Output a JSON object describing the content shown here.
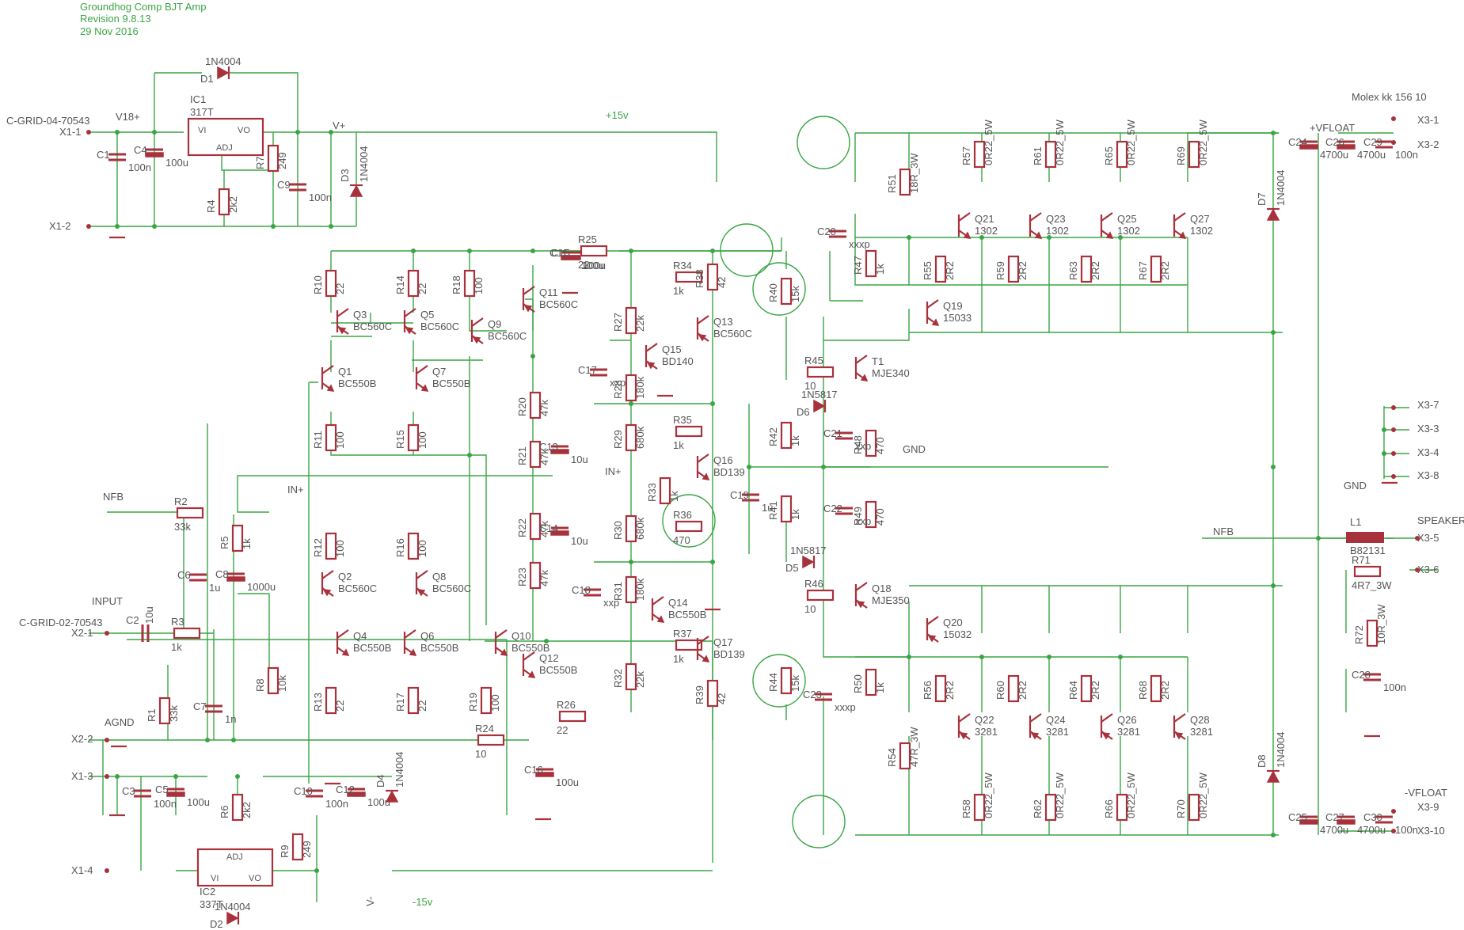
{
  "header": {
    "title": "Groundhog Comp BJT Amp",
    "revision": "Revision 9.8.13",
    "date": "29 Nov 2016"
  },
  "corner_note": "Molex kk 156 10",
  "rail_labels": {
    "pos15": "+15v",
    "neg15": "-15v",
    "v18": "V18+",
    "vplus": "V+",
    "vminus": "V-",
    "vfloat_pos": "+VFLOAT",
    "vfloat_neg": "-VFLOAT",
    "gnd": "GND",
    "agnd": "AGND",
    "nfb": "NFB",
    "input": "INPUT",
    "inp": "IN+",
    "speaker": "SPEAKER"
  },
  "connectors": {
    "grid04": "C-GRID-04-70543",
    "grid02": "C-GRID-02-70543",
    "x1_1": "X1-1",
    "x1_2": "X1-2",
    "x1_3": "X1-3",
    "x1_4": "X1-4",
    "x2_1": "X2-1",
    "x2_2": "X2-2",
    "x3_1": "X3-1",
    "x3_2": "X3-2",
    "x3_3": "X3-3",
    "x3_4": "X3-4",
    "x3_5": "X3-5",
    "x3_6": "X3-6",
    "x3_7": "X3-7",
    "x3_8": "X3-8",
    "x3_9": "X3-9",
    "x3_10": "X3-10"
  },
  "regulators": {
    "ic1_name": "IC1",
    "ic1_value": "317T",
    "ic2_name": "IC2",
    "ic2_value": "337T",
    "pin_vi": "VI",
    "pin_vo": "VO",
    "pin_adj": "ADJ"
  },
  "components": [
    [
      "R1",
      "33k"
    ],
    [
      "R2",
      "33k"
    ],
    [
      "R3",
      "1k"
    ],
    [
      "R4",
      "2k2"
    ],
    [
      "R5",
      "1k"
    ],
    [
      "R6",
      "2k2"
    ],
    [
      "R7",
      "249"
    ],
    [
      "R8",
      "10k"
    ],
    [
      "R9",
      "249"
    ],
    [
      "R10",
      "22"
    ],
    [
      "R11",
      "100"
    ],
    [
      "R12",
      "100"
    ],
    [
      "R13",
      "22"
    ],
    [
      "R14",
      "22"
    ],
    [
      "R15",
      "100"
    ],
    [
      "R16",
      "100"
    ],
    [
      "R17",
      "22"
    ],
    [
      "R18",
      "100"
    ],
    [
      "R19",
      "100"
    ],
    [
      "R20",
      "47k"
    ],
    [
      "R21",
      "47k"
    ],
    [
      "R22",
      "47k"
    ],
    [
      "R23",
      "47k"
    ],
    [
      "R24",
      "10"
    ],
    [
      "R25",
      "22"
    ],
    [
      "R26",
      "22"
    ],
    [
      "R27",
      "22k"
    ],
    [
      "R28",
      "180k"
    ],
    [
      "R29",
      "680k"
    ],
    [
      "R30",
      "680k"
    ],
    [
      "R31",
      "180k"
    ],
    [
      "R32",
      "22k"
    ],
    [
      "R33",
      "1k"
    ],
    [
      "R34",
      "1k"
    ],
    [
      "R35",
      "1k"
    ],
    [
      "R36",
      "470"
    ],
    [
      "R37",
      "1k"
    ],
    [
      "R38",
      "42"
    ],
    [
      "R39",
      "42"
    ],
    [
      "R40",
      "15k"
    ],
    [
      "R41",
      "1k"
    ],
    [
      "R42",
      "1k"
    ],
    [
      "R44",
      "15k"
    ],
    [
      "R45",
      "10"
    ],
    [
      "R46",
      "10"
    ],
    [
      "R47",
      "1k"
    ],
    [
      "R48",
      "470"
    ],
    [
      "R49",
      "470"
    ],
    [
      "R50",
      "1k"
    ],
    [
      "R51",
      "18R_3W"
    ],
    [
      "R54",
      "47R_3W"
    ],
    [
      "R55",
      "2R2"
    ],
    [
      "R56",
      "2R2"
    ],
    [
      "R57",
      "0R22_5W"
    ],
    [
      "R58",
      "0R22_5W"
    ],
    [
      "R59",
      "2R2"
    ],
    [
      "R60",
      "2R2"
    ],
    [
      "R61",
      "0R22_5W"
    ],
    [
      "R62",
      "0R22_5W"
    ],
    [
      "R63",
      "2R2"
    ],
    [
      "R64",
      "2R2"
    ],
    [
      "R65",
      "0R22_5W"
    ],
    [
      "R66",
      "0R22_5W"
    ],
    [
      "R67",
      "2R2"
    ],
    [
      "R68",
      "2R2"
    ],
    [
      "R69",
      "0R22_5W"
    ],
    [
      "R70",
      "0R22_5W"
    ],
    [
      "R71",
      "4R7_3W"
    ],
    [
      "R72",
      "10R_3W"
    ],
    [
      "C1",
      "100n"
    ],
    [
      "C2",
      "10u"
    ],
    [
      "C3",
      "100n"
    ],
    [
      "C4",
      "100u"
    ],
    [
      "C5",
      "100u"
    ],
    [
      "C6",
      "1u"
    ],
    [
      "C7",
      "1n"
    ],
    [
      "C8",
      "1000u"
    ],
    [
      "C9",
      "100n"
    ],
    [
      "C10",
      "100n"
    ],
    [
      "C11",
      "100u"
    ],
    [
      "C12",
      "100u"
    ],
    [
      "C13",
      "10u"
    ],
    [
      "C14",
      "10u"
    ],
    [
      "C15",
      "100u"
    ],
    [
      "C16",
      "100u"
    ],
    [
      "C17",
      "xxp"
    ],
    [
      "C18",
      "xxp"
    ],
    [
      "C19",
      "1u"
    ],
    [
      "C20",
      "xxxp"
    ],
    [
      "C21",
      "xxp"
    ],
    [
      "C22",
      "xxp"
    ],
    [
      "C23",
      "xxxp"
    ],
    [
      "C24",
      "4700u"
    ],
    [
      "C25",
      "4700u"
    ],
    [
      "C26",
      "4700u"
    ],
    [
      "C27",
      "4700u"
    ],
    [
      "C28",
      "100n"
    ],
    [
      "C29",
      "100n"
    ],
    [
      "C30",
      "100n"
    ],
    [
      "D1",
      "1N4004"
    ],
    [
      "D2",
      "1N4004"
    ],
    [
      "D3",
      "1N4004"
    ],
    [
      "D4",
      "1N4004"
    ],
    [
      "D5",
      "1N5817"
    ],
    [
      "D6",
      "1N5817"
    ],
    [
      "D7",
      "1N4004"
    ],
    [
      "D8",
      "1N4004"
    ],
    [
      "Q1",
      "BC550B"
    ],
    [
      "Q2",
      "BC560C"
    ],
    [
      "Q3",
      "BC560C"
    ],
    [
      "Q4",
      "BC550B"
    ],
    [
      "Q5",
      "BC560C"
    ],
    [
      "Q6",
      "BC550B"
    ],
    [
      "Q7",
      "BC550B"
    ],
    [
      "Q8",
      "BC560C"
    ],
    [
      "Q9",
      "BC560C"
    ],
    [
      "Q10",
      "BC550B"
    ],
    [
      "Q11",
      "BC560C"
    ],
    [
      "Q12",
      "BC550B"
    ],
    [
      "Q13",
      "BC560C"
    ],
    [
      "Q14",
      "BC550B"
    ],
    [
      "Q15",
      "BD140"
    ],
    [
      "Q16",
      "BD139"
    ],
    [
      "Q17",
      "BD139"
    ],
    [
      "Q18",
      "MJE350"
    ],
    [
      "Q19",
      "15033"
    ],
    [
      "Q20",
      "15032"
    ],
    [
      "T1",
      "MJE340"
    ],
    [
      "Q21",
      "1302"
    ],
    [
      "Q23",
      "1302"
    ],
    [
      "Q25",
      "1302"
    ],
    [
      "Q27",
      "1302"
    ],
    [
      "Q22",
      "3281"
    ],
    [
      "Q24",
      "3281"
    ],
    [
      "Q26",
      "3281"
    ],
    [
      "Q28",
      "3281"
    ],
    [
      "L1",
      "B82131"
    ]
  ],
  "symbols": {
    "resistor": "resistor-symbol",
    "capacitor": "capacitor-symbol",
    "electrolytic": "electrolytic-capacitor-symbol",
    "diode": "diode-symbol",
    "npn": "npn-transistor-symbol",
    "pnp": "pnp-transistor-symbol",
    "ground": "ground-symbol",
    "pad": "connector-pad-symbol",
    "thermal": "thermal-coupling-ring"
  },
  "colors": {
    "wire": "#3aa544",
    "part": "#a8323c",
    "label": "#555555",
    "background": "#ffffff"
  }
}
